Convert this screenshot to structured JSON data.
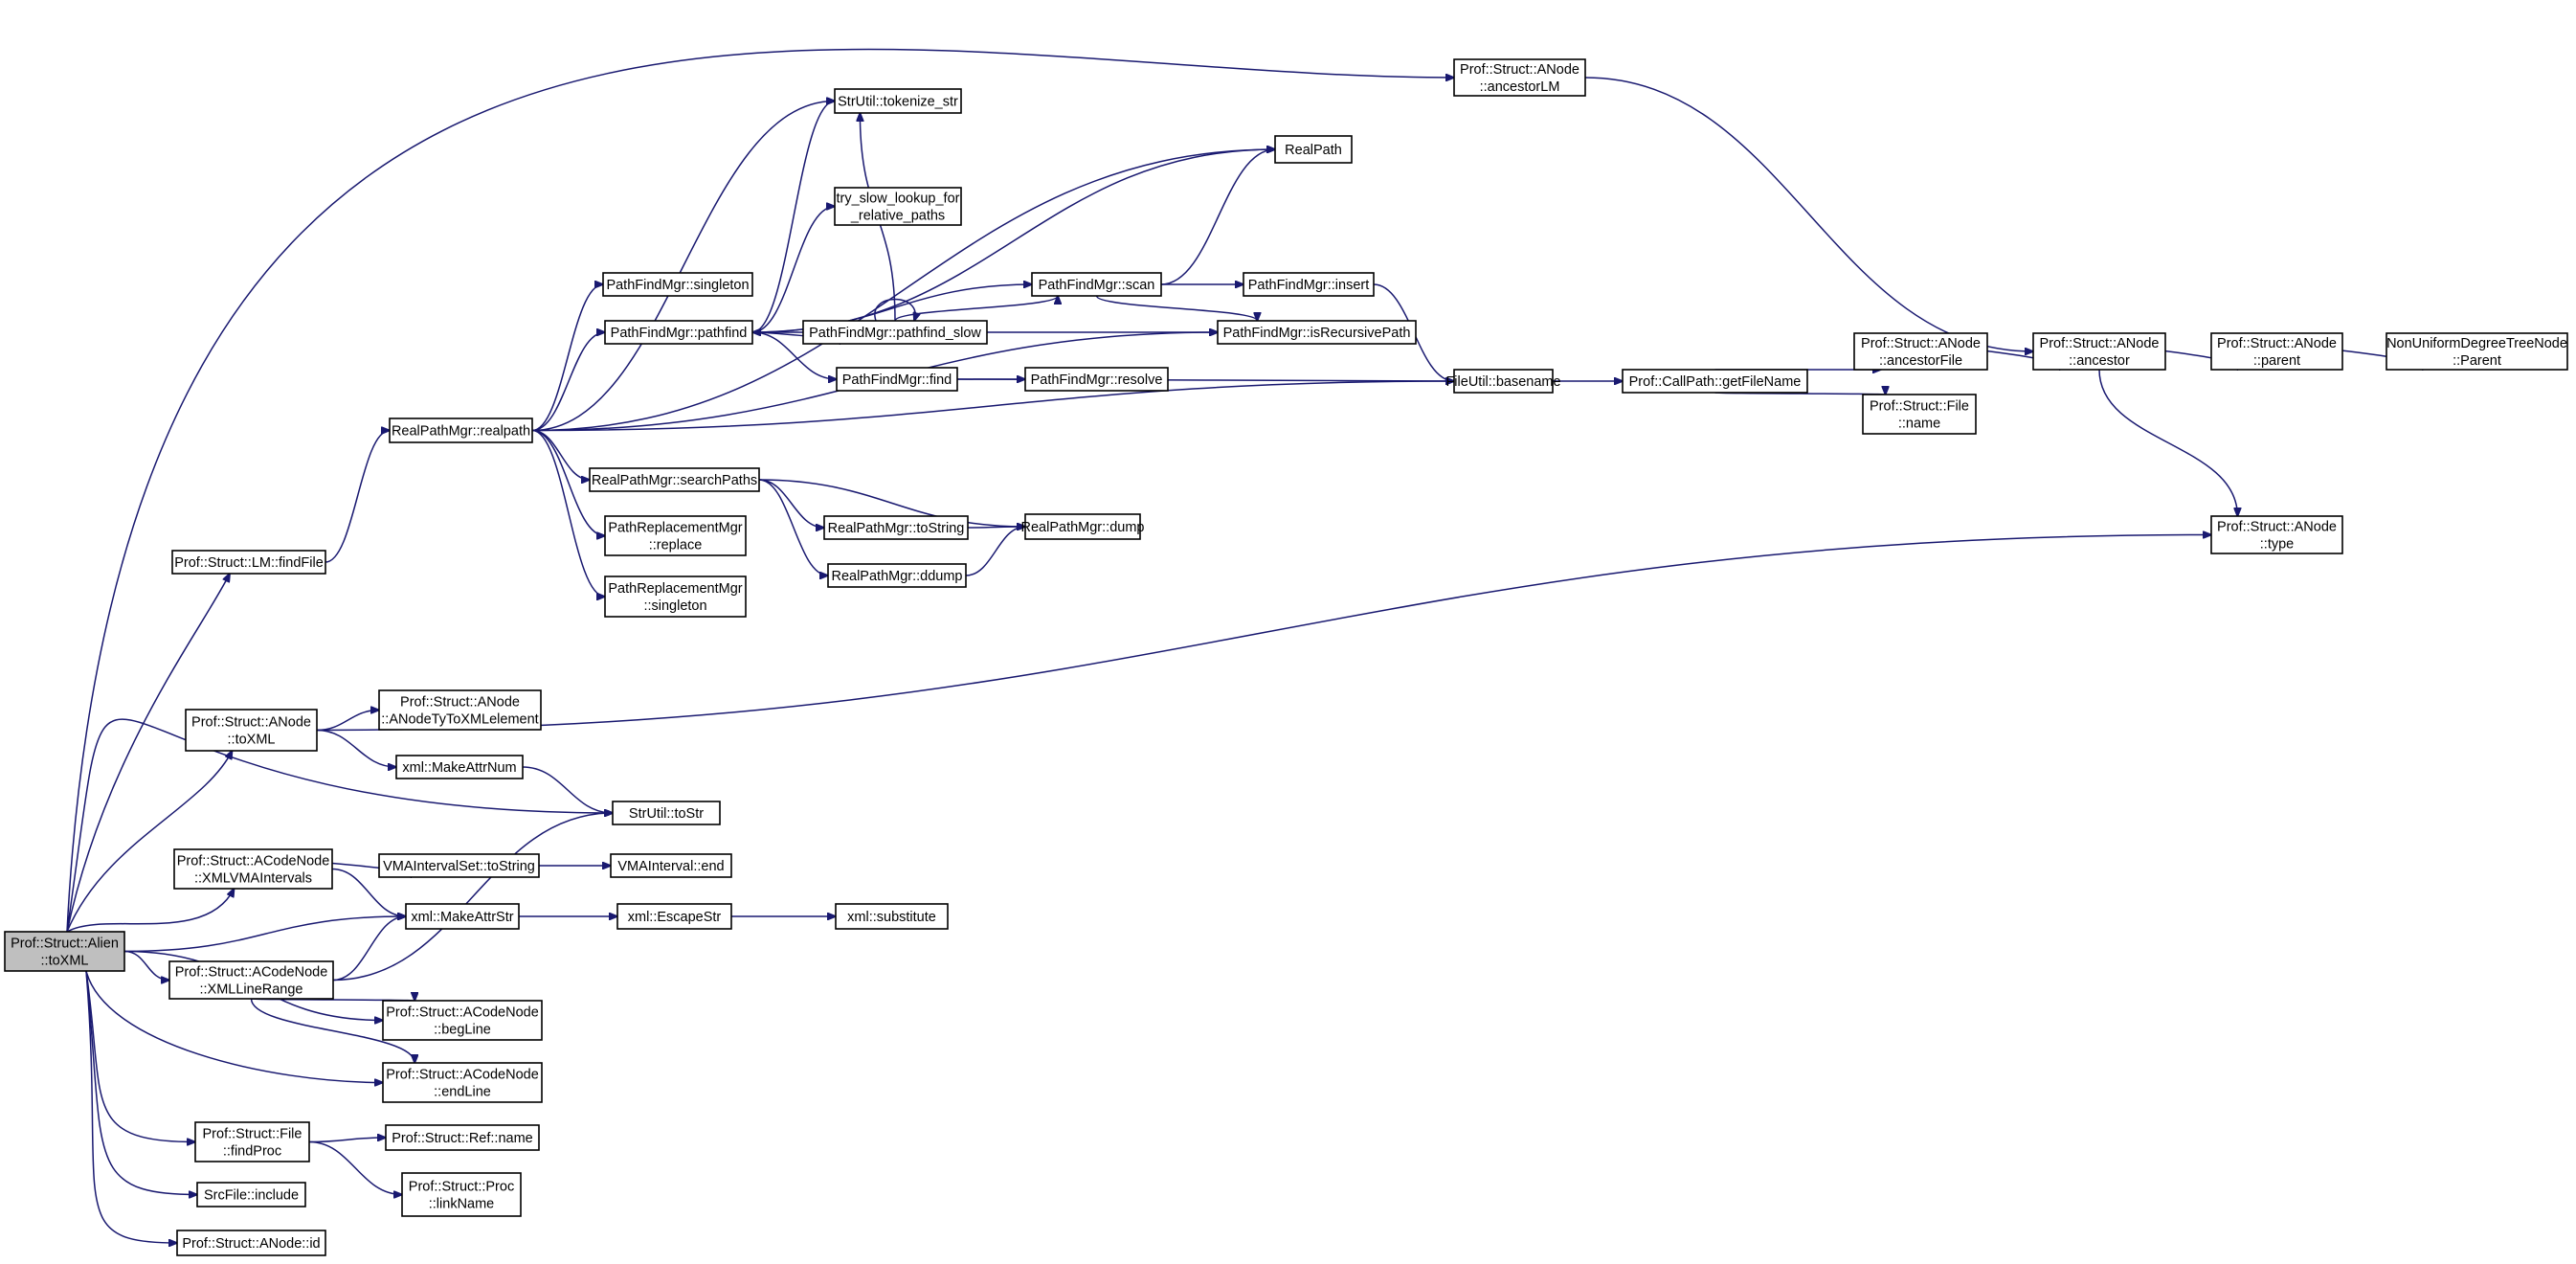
{
  "title": "Call graph of Prof::Struct::Alien::toXML",
  "colors": {
    "edge": "#191970",
    "root_fill": "#bfbfbf",
    "node_fill": "#ffffff",
    "border": "#000000"
  },
  "nodes": [
    {
      "id": "alien_toxml",
      "lines": [
        "Prof::Struct::Alien",
        "::toXML"
      ],
      "root": true
    },
    {
      "id": "ancestorLM",
      "lines": [
        "Prof::Struct::ANode",
        "::ancestorLM"
      ]
    },
    {
      "id": "tokenize",
      "lines": [
        "StrUtil::tokenize_str"
      ]
    },
    {
      "id": "realpath_fn",
      "lines": [
        "RealPath"
      ]
    },
    {
      "id": "try_slow",
      "lines": [
        "try_slow_lookup_for",
        "_relative_paths"
      ]
    },
    {
      "id": "pf_singleton",
      "lines": [
        "PathFindMgr::singleton"
      ]
    },
    {
      "id": "pf_pathfind",
      "lines": [
        "PathFindMgr::pathfind"
      ]
    },
    {
      "id": "pf_slow",
      "lines": [
        "PathFindMgr::pathfind_slow"
      ]
    },
    {
      "id": "pf_scan",
      "lines": [
        "PathFindMgr::scan"
      ]
    },
    {
      "id": "pf_insert",
      "lines": [
        "PathFindMgr::insert"
      ]
    },
    {
      "id": "pf_isrec",
      "lines": [
        "PathFindMgr::isRecursivePath"
      ]
    },
    {
      "id": "pf_find",
      "lines": [
        "PathFindMgr::find"
      ]
    },
    {
      "id": "pf_resolve",
      "lines": [
        "PathFindMgr::resolve"
      ]
    },
    {
      "id": "basename",
      "lines": [
        "FileUtil::basename"
      ]
    },
    {
      "id": "getfilename",
      "lines": [
        "Prof::CallPath::getFileName"
      ]
    },
    {
      "id": "ancestorFile",
      "lines": [
        "Prof::Struct::ANode",
        "::ancestorFile"
      ]
    },
    {
      "id": "file_name",
      "lines": [
        "Prof::Struct::File",
        "::name"
      ]
    },
    {
      "id": "ancestor",
      "lines": [
        "Prof::Struct::ANode",
        "::ancestor"
      ]
    },
    {
      "id": "parent",
      "lines": [
        "Prof::Struct::ANode",
        "::parent"
      ]
    },
    {
      "id": "nudtn_parent",
      "lines": [
        "NonUniformDegreeTreeNode",
        "::Parent"
      ]
    },
    {
      "id": "anode_type",
      "lines": [
        "Prof::Struct::ANode",
        "::type"
      ]
    },
    {
      "id": "rpm_realpath",
      "lines": [
        "RealPathMgr::realpath"
      ]
    },
    {
      "id": "rpm_searchpaths",
      "lines": [
        "RealPathMgr::searchPaths"
      ]
    },
    {
      "id": "prm_replace",
      "lines": [
        "PathReplacementMgr",
        "::replace"
      ]
    },
    {
      "id": "prm_singleton",
      "lines": [
        "PathReplacementMgr",
        "::singleton"
      ]
    },
    {
      "id": "rpm_tostring",
      "lines": [
        "RealPathMgr::toString"
      ]
    },
    {
      "id": "rpm_dump",
      "lines": [
        "RealPathMgr::dump"
      ]
    },
    {
      "id": "rpm_ddump",
      "lines": [
        "RealPathMgr::ddump"
      ]
    },
    {
      "id": "lm_findfile",
      "lines": [
        "Prof::Struct::LM::findFile"
      ]
    },
    {
      "id": "anode_toxml",
      "lines": [
        "Prof::Struct::ANode",
        "::toXML"
      ]
    },
    {
      "id": "anodety",
      "lines": [
        "Prof::Struct::ANode",
        "::ANodeTyToXMLelement"
      ]
    },
    {
      "id": "makeattrnum",
      "lines": [
        "xml::MakeAttrNum"
      ]
    },
    {
      "id": "tostr",
      "lines": [
        "StrUtil::toStr"
      ]
    },
    {
      "id": "xmlvma",
      "lines": [
        "Prof::Struct::ACodeNode",
        "::XMLVMAIntervals"
      ]
    },
    {
      "id": "vmaset_tostring",
      "lines": [
        "VMAIntervalSet::toString"
      ]
    },
    {
      "id": "vma_end",
      "lines": [
        "VMAInterval::end"
      ]
    },
    {
      "id": "makeattrstr",
      "lines": [
        "xml::MakeAttrStr"
      ]
    },
    {
      "id": "escapestr",
      "lines": [
        "xml::EscapeStr"
      ]
    },
    {
      "id": "substitute",
      "lines": [
        "xml::substitute"
      ]
    },
    {
      "id": "xmllinerange",
      "lines": [
        "Prof::Struct::ACodeNode",
        "::XMLLineRange"
      ]
    },
    {
      "id": "begline",
      "lines": [
        "Prof::Struct::ACodeNode",
        "::begLine"
      ]
    },
    {
      "id": "endline",
      "lines": [
        "Prof::Struct::ACodeNode",
        "::endLine"
      ]
    },
    {
      "id": "findproc",
      "lines": [
        "Prof::Struct::File",
        "::findProc"
      ]
    },
    {
      "id": "ref_name",
      "lines": [
        "Prof::Struct::Ref::name"
      ]
    },
    {
      "id": "linkname",
      "lines": [
        "Prof::Struct::Proc",
        "::linkName"
      ]
    },
    {
      "id": "srcfile_include",
      "lines": [
        "SrcFile::include"
      ]
    },
    {
      "id": "anode_id",
      "lines": [
        "Prof::Struct::ANode::id"
      ]
    }
  ],
  "edges": [
    [
      "alien_toxml",
      "ancestorLM"
    ],
    [
      "alien_toxml",
      "lm_findfile"
    ],
    [
      "alien_toxml",
      "anode_toxml"
    ],
    [
      "alien_toxml",
      "tostr"
    ],
    [
      "alien_toxml",
      "xmlvma"
    ],
    [
      "alien_toxml",
      "makeattrstr"
    ],
    [
      "alien_toxml",
      "xmllinerange"
    ],
    [
      "alien_toxml",
      "begline"
    ],
    [
      "alien_toxml",
      "endline"
    ],
    [
      "alien_toxml",
      "findproc"
    ],
    [
      "alien_toxml",
      "srcfile_include"
    ],
    [
      "alien_toxml",
      "anode_id"
    ],
    [
      "ancestorLM",
      "ancestor"
    ],
    [
      "rpm_realpath",
      "realpath_fn"
    ],
    [
      "rpm_realpath",
      "tokenize"
    ],
    [
      "rpm_realpath",
      "pf_singleton"
    ],
    [
      "rpm_realpath",
      "pf_pathfind"
    ],
    [
      "rpm_realpath",
      "pf_isrec"
    ],
    [
      "rpm_realpath",
      "basename"
    ],
    [
      "rpm_realpath",
      "rpm_searchpaths"
    ],
    [
      "rpm_realpath",
      "prm_replace"
    ],
    [
      "rpm_realpath",
      "prm_singleton"
    ],
    [
      "pf_pathfind",
      "tokenize"
    ],
    [
      "pf_pathfind",
      "realpath_fn"
    ],
    [
      "pf_pathfind",
      "try_slow"
    ],
    [
      "pf_pathfind",
      "pf_scan"
    ],
    [
      "pf_pathfind",
      "pf_slow"
    ],
    [
      "pf_pathfind",
      "pf_find"
    ],
    [
      "pf_slow",
      "pf_pathfind"
    ],
    [
      "pf_slow",
      "pf_slow"
    ],
    [
      "pf_slow",
      "pf_scan"
    ],
    [
      "pf_slow",
      "pf_isrec"
    ],
    [
      "pf_slow",
      "tokenize"
    ],
    [
      "pf_scan",
      "realpath_fn"
    ],
    [
      "pf_scan",
      "pf_insert"
    ],
    [
      "pf_scan",
      "pf_isrec"
    ],
    [
      "pf_insert",
      "basename"
    ],
    [
      "pf_find",
      "pf_resolve"
    ],
    [
      "pf_find",
      "basename"
    ],
    [
      "basename",
      "getfilename"
    ],
    [
      "getfilename",
      "ancestorFile"
    ],
    [
      "getfilename",
      "file_name"
    ],
    [
      "ancestorFile",
      "ancestor"
    ],
    [
      "ancestor",
      "parent"
    ],
    [
      "ancestor",
      "anode_type"
    ],
    [
      "parent",
      "nudtn_parent"
    ],
    [
      "rpm_searchpaths",
      "rpm_tostring"
    ],
    [
      "rpm_searchpaths",
      "rpm_ddump"
    ],
    [
      "rpm_searchpaths",
      "rpm_dump"
    ],
    [
      "rpm_tostring",
      "rpm_dump"
    ],
    [
      "rpm_ddump",
      "rpm_dump"
    ],
    [
      "lm_findfile",
      "rpm_realpath"
    ],
    [
      "anode_toxml",
      "anode_type"
    ],
    [
      "anode_toxml",
      "anodety"
    ],
    [
      "anode_toxml",
      "makeattrnum"
    ],
    [
      "makeattrnum",
      "tostr"
    ],
    [
      "xmlvma",
      "vmaset_tostring"
    ],
    [
      "xmlvma",
      "makeattrstr"
    ],
    [
      "vmaset_tostring",
      "vma_end"
    ],
    [
      "makeattrstr",
      "escapestr"
    ],
    [
      "escapestr",
      "substitute"
    ],
    [
      "xmllinerange",
      "makeattrstr"
    ],
    [
      "xmllinerange",
      "tostr"
    ],
    [
      "xmllinerange",
      "begline"
    ],
    [
      "xmllinerange",
      "endline"
    ],
    [
      "findproc",
      "ref_name"
    ],
    [
      "findproc",
      "linkname"
    ]
  ]
}
